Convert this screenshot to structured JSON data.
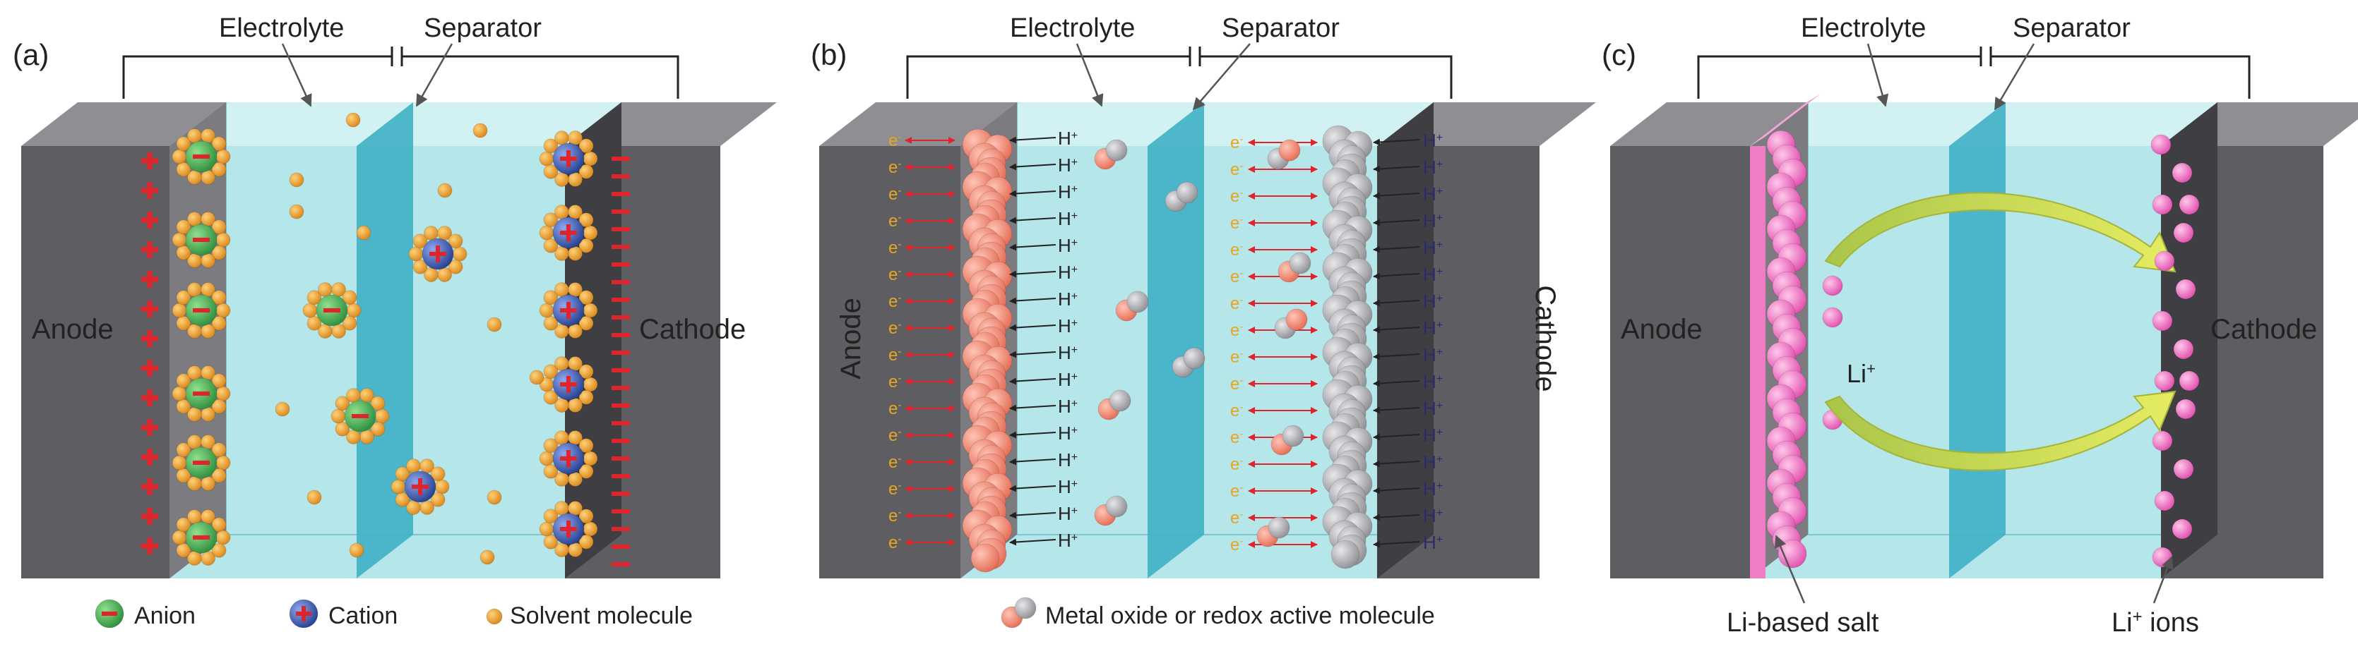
{
  "panels": [
    {
      "id": "a",
      "tag": "(a)",
      "electrolyte": "Electrolyte",
      "separator": "Separator",
      "anode": "Anode",
      "cathode": "Cathode",
      "legend": {
        "anion": "Anion",
        "cation": "Cation",
        "solvent": "Solvent molecule"
      }
    },
    {
      "id": "b",
      "tag": "(b)",
      "electrolyte": "Electrolyte",
      "separator": "Separator",
      "anode": "Anode",
      "cathode": "Cathode",
      "electron": "e",
      "electron_sup": "-",
      "proton": "H",
      "proton_sup": "+",
      "legend": {
        "redox": "Metal oxide or redox active molecule"
      }
    },
    {
      "id": "c",
      "tag": "(c)",
      "electrolyte": "Electrolyte",
      "separator": "Separator",
      "anode": "Anode",
      "cathode": "Cathode",
      "ion_label": "Li",
      "ion_sup": "+",
      "salt_label": "Li-based salt",
      "ions_label": "Li",
      "ions_label_sup": "+",
      "ions_label_tail": " ions"
    }
  ],
  "colors": {
    "electrode_front": "#5e5e62",
    "electrode_top": "#8e8e93",
    "electrode_inner": "#3f3f43",
    "electrolyte": "#b4e6ea",
    "electrolyte_top": "#d2f1f3",
    "separator": "#3fb0c5",
    "anion": "#3aa84a",
    "cation": "#3355b0",
    "solvent": "#f0a52a",
    "charge": "#e0242c",
    "redox_oxide": "#f08a78",
    "redox_grey": "#b8b8bc",
    "electron": "#e8a520",
    "proton": "#2b2b6b",
    "li_salt": "#f07cc6",
    "li_ion": "#f07cc6",
    "arrow": "#c8d850"
  }
}
